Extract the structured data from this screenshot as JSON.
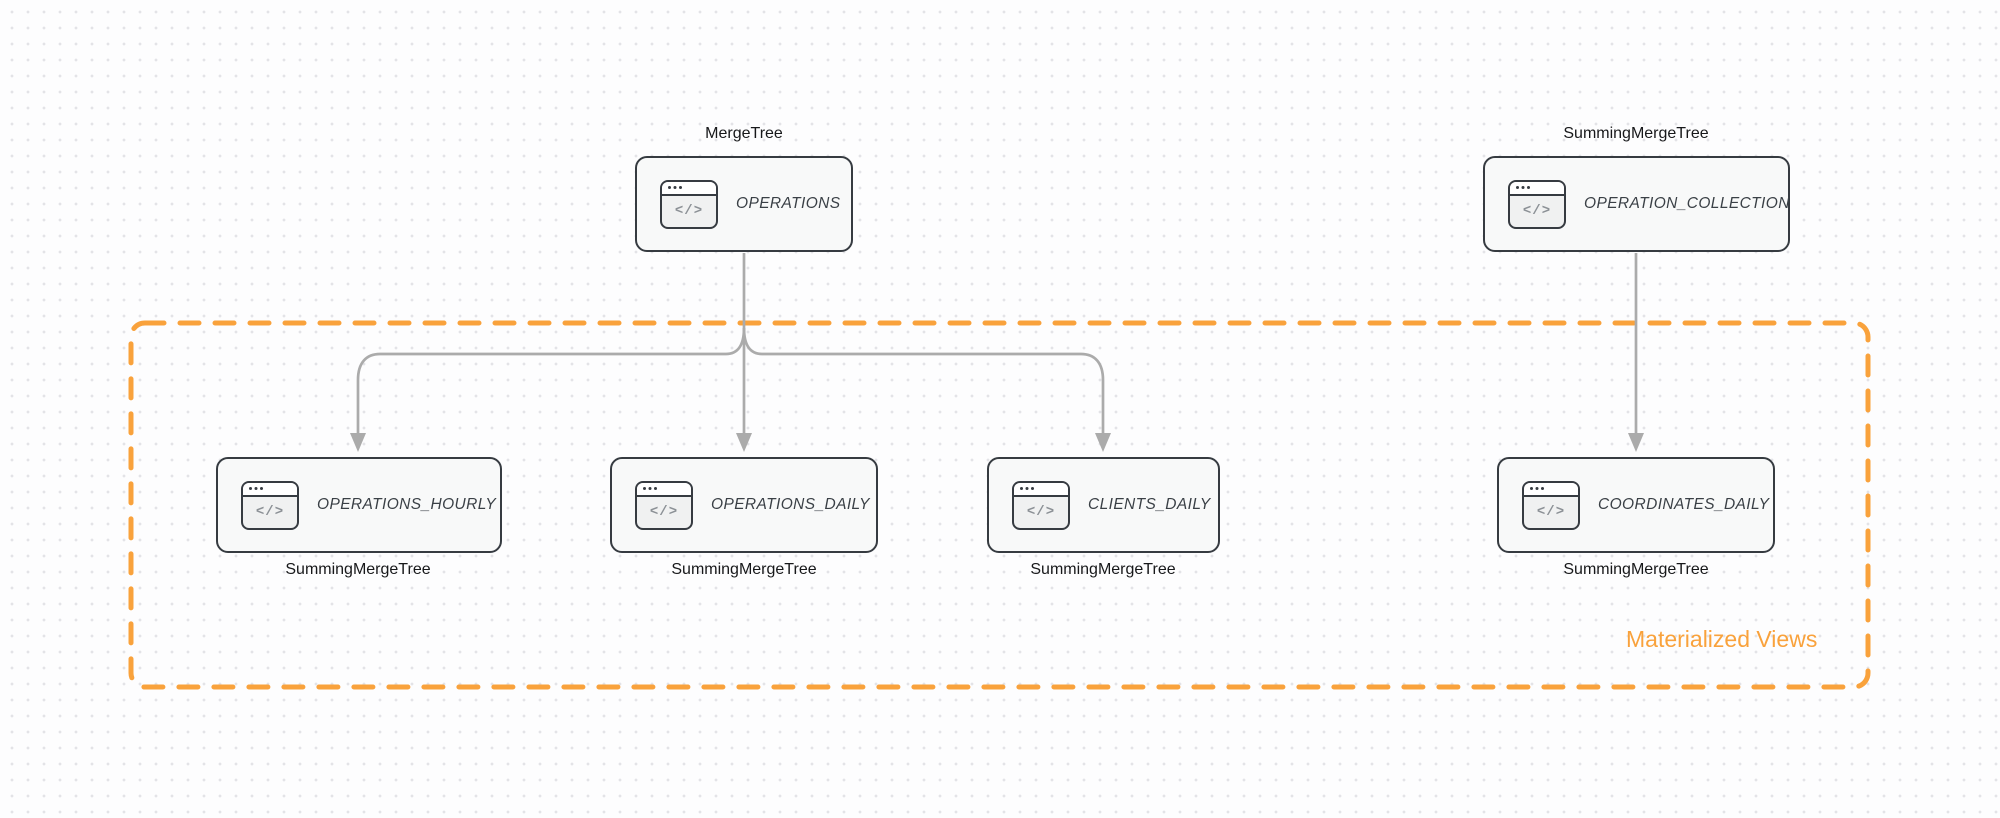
{
  "diagram": {
    "group": {
      "label": "Materialized Views"
    },
    "icon_glyph": "</>",
    "nodes": [
      {
        "engine": "MergeTree",
        "name": "OPERATIONS"
      },
      {
        "engine": "SummingMergeTree",
        "name": "OPERATION_COLLECTION"
      },
      {
        "engine": "SummingMergeTree",
        "name": "OPERATIONS_HOURLY"
      },
      {
        "engine": "SummingMergeTree",
        "name": "OPERATIONS_DAILY"
      },
      {
        "engine": "SummingMergeTree",
        "name": "CLIENTS_DAILY"
      },
      {
        "engine": "SummingMergeTree",
        "name": "COORDINATES_DAILY"
      }
    ],
    "edges": [
      {
        "from": "OPERATIONS",
        "to": "OPERATIONS_HOURLY"
      },
      {
        "from": "OPERATIONS",
        "to": "OPERATIONS_DAILY"
      },
      {
        "from": "OPERATIONS",
        "to": "CLIENTS_DAILY"
      },
      {
        "from": "OPERATION_COLLECTION",
        "to": "COORDINATES_DAILY"
      }
    ],
    "colors": {
      "accent": "#F9A23C",
      "arrow": "#ABABAB",
      "node_border": "#363B41",
      "node_fill": "#F8F9F9"
    }
  }
}
